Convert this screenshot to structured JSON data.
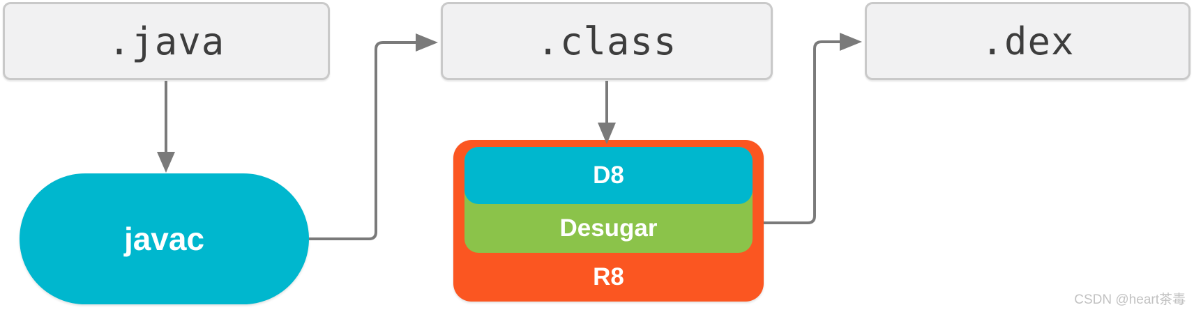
{
  "diagram": {
    "title_implicit": "Java to dex compilation pipeline",
    "files": {
      "java": ".java",
      "class": ".class",
      "dex": ".dex"
    },
    "tools": {
      "javac": "javac",
      "d8": "D8",
      "desugar": "Desugar",
      "r8": "R8"
    }
  },
  "watermark": {
    "text": "CSDN @heart茶毒"
  },
  "colors": {
    "cyan": "#00b7ce",
    "green": "#8bc34a",
    "orange": "#fb5621",
    "box_fill": "#f1f1f2",
    "box_border": "#c9c9c9",
    "box_text": "#3d3d3d",
    "arrow": "#7a7a7a",
    "watermark": "#c2c2c2",
    "canvas_bg": "#ffffff"
  }
}
